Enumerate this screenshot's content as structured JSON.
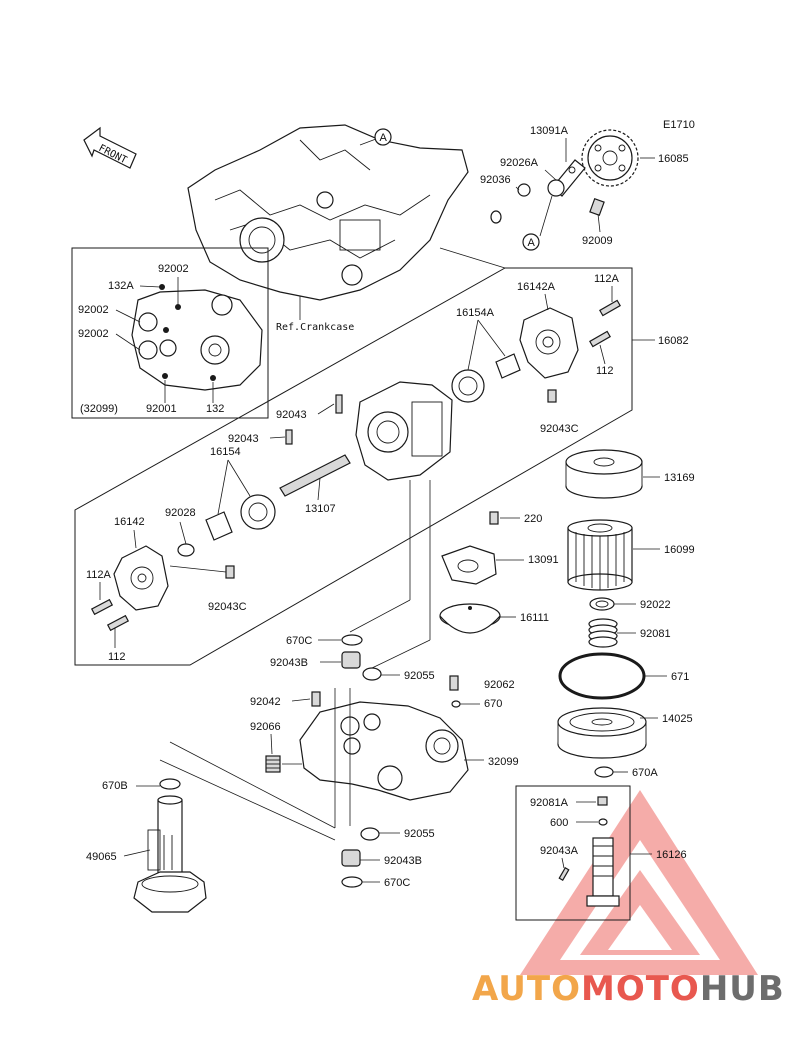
{
  "diagram_code": "E1710",
  "front_arrow_label": "FRONT",
  "ref_label": "Ref.Crankcase",
  "callout_A": "A",
  "labels": {
    "p13091A": "13091A",
    "p16085": "16085",
    "p92026A": "92026A",
    "p92036": "92036",
    "p92009": "92009",
    "p16142A": "16142A",
    "p112A_top": "112A",
    "p16082": "16082",
    "p16154A": "16154A",
    "p112_top": "112",
    "p92043C_top": "92043C",
    "p92002_a": "92002",
    "p132A": "132A",
    "p92002_b": "92002",
    "p92002_c": "92002",
    "p32099_box": "(32099)",
    "p92001": "92001",
    "p132": "132",
    "p92043_a": "92043",
    "p92043_b": "92043",
    "p16154": "16154",
    "p16142": "16142",
    "p92028": "92028",
    "p13107": "13107",
    "p112A_left": "112A",
    "p92043C_left": "92043C",
    "p112_left": "112",
    "p13169": "13169",
    "p220": "220",
    "p13091": "13091",
    "p16099": "16099",
    "p16111": "16111",
    "p92022": "92022",
    "p92081": "92081",
    "p670C_a": "670C",
    "p92043B_a": "92043B",
    "p92055_a": "92055",
    "p92062": "92062",
    "p670": "670",
    "p671": "671",
    "p92042": "92042",
    "p14025": "14025",
    "p92066": "92066",
    "p32099": "32099",
    "p670A": "670A",
    "p670B": "670B",
    "p92055_b": "92055",
    "p49065": "49065",
    "p92043B_b": "92043B",
    "p670C_b": "670C",
    "p92081A": "92081A",
    "p600": "600",
    "p92043A": "92043A",
    "p16126": "16126"
  },
  "watermark": {
    "part1": "AUTO",
    "part2": "MOTO",
    "part3": "HUB",
    "color_orange": "#f2a64a",
    "color_red": "#e8584f",
    "color_gray": "#6d6d6d"
  }
}
